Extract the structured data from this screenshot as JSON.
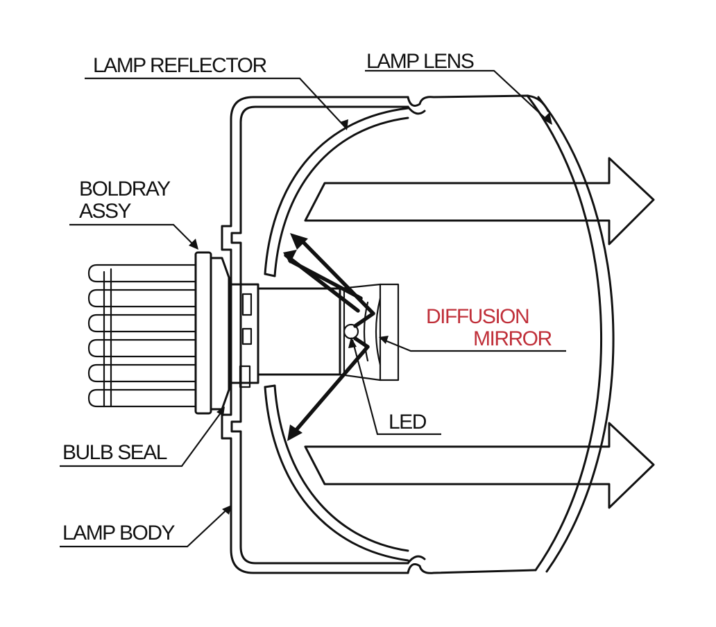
{
  "labels": {
    "lamp_reflector": "LAMP REFLECTOR",
    "lamp_lens": "LAMP LENS",
    "boldray_line1": "BOLDRAY",
    "boldray_line2": "ASSY",
    "diffusion_line1": "DIFFUSION",
    "diffusion_line2": "MIRROR",
    "led": "LED",
    "bulb_seal": "BULB SEAL",
    "lamp_body": "LAMP BODY"
  },
  "colors": {
    "line": "#111111",
    "accent": "#c0303a",
    "background": "#ffffff"
  }
}
